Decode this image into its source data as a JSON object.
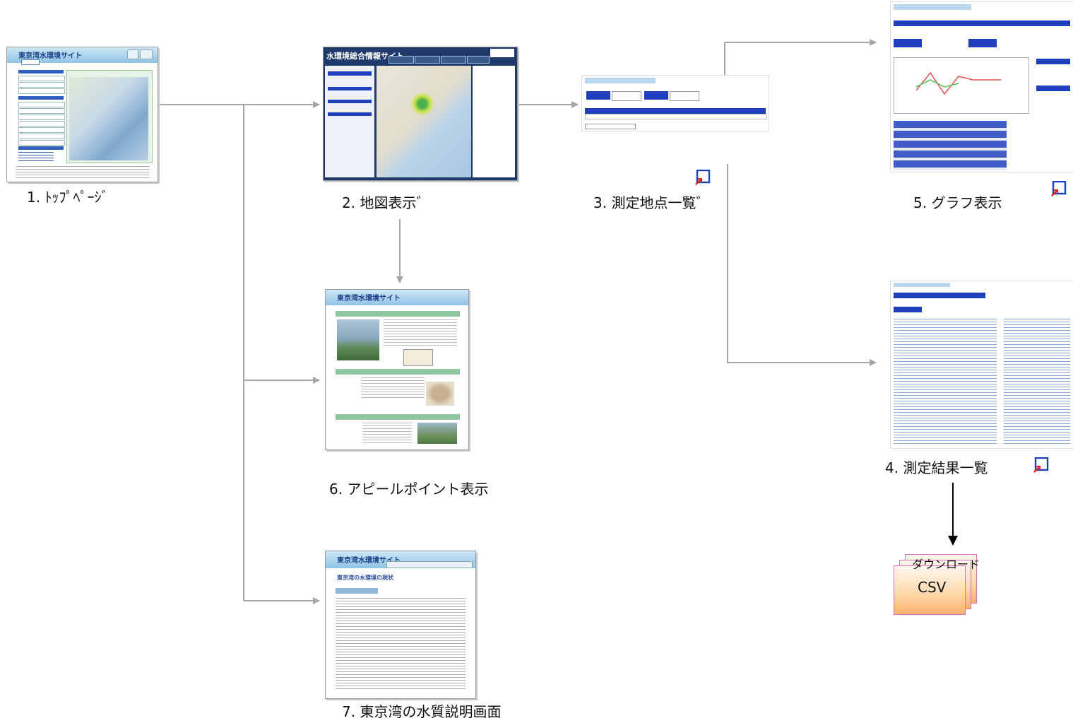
{
  "nodes": {
    "top": {
      "caption": "1. ﾄｯﾌﾟﾍﾟｰｼﾞ",
      "site_title": "東京湾水環境サイト"
    },
    "map": {
      "caption": "2. 地図表示゛",
      "site_title": "水環境総合情報サイト"
    },
    "points": {
      "caption": "3. 測定地点一覧゛"
    },
    "results": {
      "caption": "4. 測定結果一覧"
    },
    "graph": {
      "caption": "5. グラフ表示"
    },
    "appeal": {
      "caption": "6. アピールポイント表示",
      "site_title": "東京湾水環境サイト"
    },
    "explain": {
      "caption": "7. 東京湾の水質説明画面",
      "site_title": "東京湾水環境サイト",
      "heading": "東京湾の水環境の現状"
    }
  },
  "download": {
    "label": "ダウンロード",
    "format": "CSV"
  },
  "colors": {
    "connector": "#a6a6a6",
    "arrow_dark": "#000000",
    "ui_blue": "#1f3fbf",
    "ui_green": "#2f8f3f"
  }
}
